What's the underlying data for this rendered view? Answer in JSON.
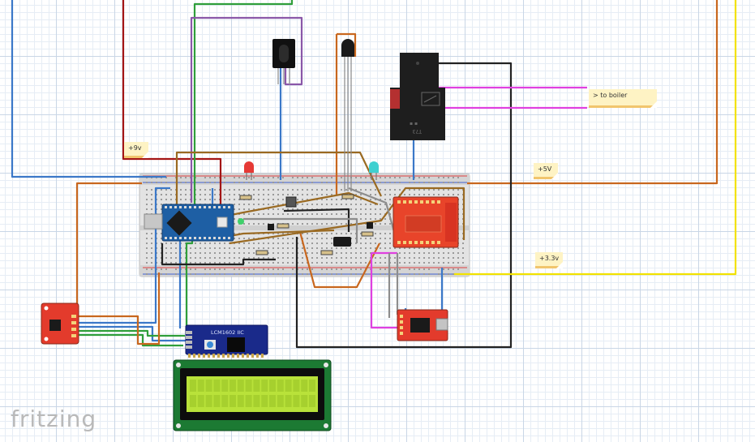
{
  "app": {
    "logo": "fritzing"
  },
  "notes": {
    "v9": "+9v",
    "v5": "+5V",
    "v33": "+3.3v",
    "boiler": "> to boiler"
  },
  "components": {
    "lcd_module": {
      "label": "LCM1602 IIC"
    },
    "relay": {
      "label": "T73"
    }
  },
  "colors": {
    "blue": "#3b78c8",
    "red": "#a31515",
    "green": "#2f9e3a",
    "purple": "#8a57a8",
    "orange": "#c8671e",
    "brown": "#9a6a22",
    "black": "#222222",
    "magenta": "#e040e0",
    "yellow": "#f2e200",
    "gray": "#8d8d8d"
  }
}
